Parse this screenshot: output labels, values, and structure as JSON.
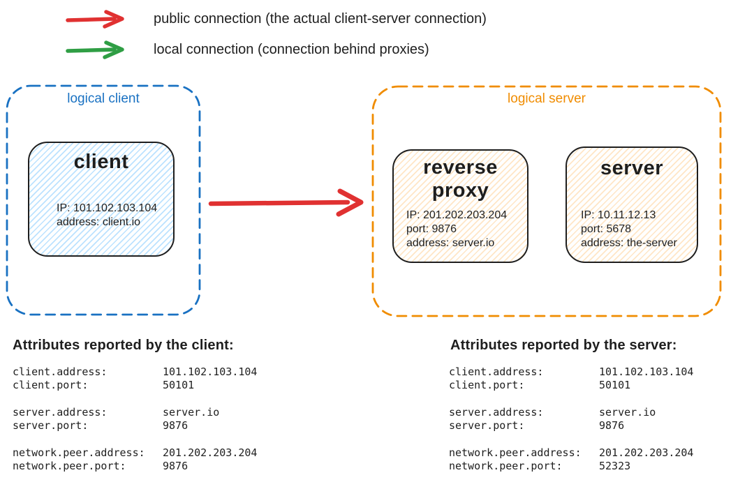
{
  "colors": {
    "red": "#e03131",
    "green": "#2f9e44",
    "blue": "#1971c2",
    "orange": "#f08c00",
    "light_blue_fill": "#a5d8ff",
    "peach_fill": "#ffd8a8",
    "ink": "#1e1e1e"
  },
  "legend": {
    "items": [
      {
        "arrow": "red-arrow",
        "label": "public connection (the actual client-server connection)"
      },
      {
        "arrow": "green-arrow",
        "label": "local connection (connection behind proxies)"
      }
    ]
  },
  "diagram": {
    "logical_client": {
      "label": "logical client",
      "client_node": {
        "title": "client",
        "lines": [
          "IP: 101.102.103.104",
          "address: client.io"
        ]
      }
    },
    "main_arrow": {
      "type": "public connection",
      "color": "#e03131"
    },
    "logical_server": {
      "label": "logical server",
      "nodes": [
        {
          "title": "reverse proxy",
          "lines": [
            "IP: 201.202.203.204",
            "port: 9876",
            "address: server.io"
          ]
        },
        {
          "title": "server",
          "lines": [
            "IP: 10.11.12.13",
            "port: 5678",
            "address: the-server"
          ]
        }
      ]
    }
  },
  "attributes": {
    "client": {
      "title": "Attributes reported by the client:",
      "groups": [
        [
          {
            "label": "client.address:",
            "value": "101.102.103.104"
          },
          {
            "label": "client.port:",
            "value": "50101"
          }
        ],
        [
          {
            "label": "server.address:",
            "value": "server.io"
          },
          {
            "label": "server.port:",
            "value": "9876"
          }
        ],
        [
          {
            "label": "network.peer.address:",
            "value": "201.202.203.204"
          },
          {
            "label": "network.peer.port:",
            "value": "9876"
          }
        ]
      ]
    },
    "server": {
      "title": "Attributes reported by the server:",
      "groups": [
        [
          {
            "label": "client.address:",
            "value": "101.102.103.104"
          },
          {
            "label": "client.port:",
            "value": "50101"
          }
        ],
        [
          {
            "label": "server.address:",
            "value": "server.io"
          },
          {
            "label": "server.port:",
            "value": "9876"
          }
        ],
        [
          {
            "label": "network.peer.address:",
            "value": "201.202.203.204"
          },
          {
            "label": "network.peer.port:",
            "value": "52323"
          }
        ]
      ]
    }
  }
}
